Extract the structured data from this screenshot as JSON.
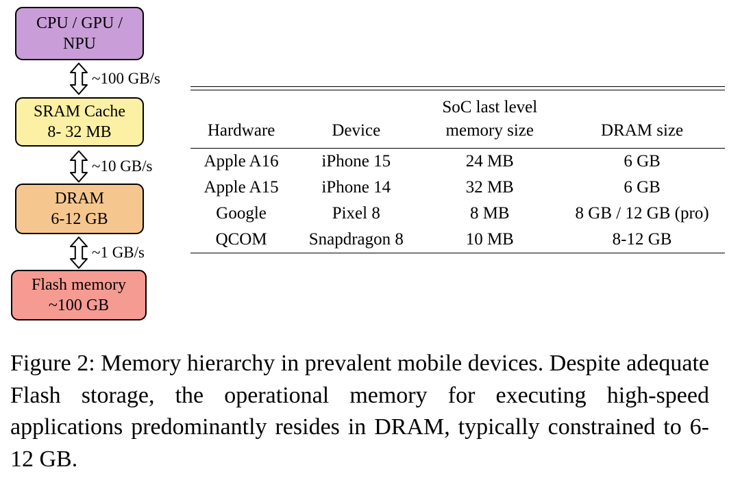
{
  "figure": {
    "caption": "Figure 2: Memory hierarchy in prevalent mobile devices. Despite adequate Flash storage, the operational memory for executing high-speed applications predominantly resides in DRAM, typically constrained to 6-12 GB."
  },
  "diagram": {
    "nodes": {
      "cpu": {
        "line1": "CPU / GPU /",
        "line2": "NPU",
        "color": "#c99ed8"
      },
      "sram": {
        "line1": "SRAM Cache",
        "line2": "8- 32 MB",
        "color": "#fbf0a3"
      },
      "dram": {
        "line1": "DRAM",
        "line2": "6-12 GB",
        "color": "#f5c78f"
      },
      "flash": {
        "line1": "Flash memory",
        "line2": "~100 GB",
        "color": "#f59b92"
      }
    },
    "bandwidths": {
      "cpu_sram": "~100 GB/s",
      "sram_dram": "~10 GB/s",
      "dram_flash": "~1 GB/s"
    }
  },
  "table": {
    "headers": [
      {
        "l1": "",
        "l2": "Hardware"
      },
      {
        "l1": "",
        "l2": "Device"
      },
      {
        "l1": "SoC last level",
        "l2": "memory size"
      },
      {
        "l1": "",
        "l2": "DRAM size"
      }
    ],
    "rows": [
      [
        "Apple A16",
        "iPhone 15",
        "24 MB",
        "6 GB"
      ],
      [
        "Apple A15",
        "iPhone 14",
        "32 MB",
        "6 GB"
      ],
      [
        "Google",
        "Pixel 8",
        "8 MB",
        "8 GB / 12 GB (pro)"
      ],
      [
        "QCOM",
        "Snapdragon 8",
        "10 MB",
        "8-12 GB"
      ]
    ]
  }
}
